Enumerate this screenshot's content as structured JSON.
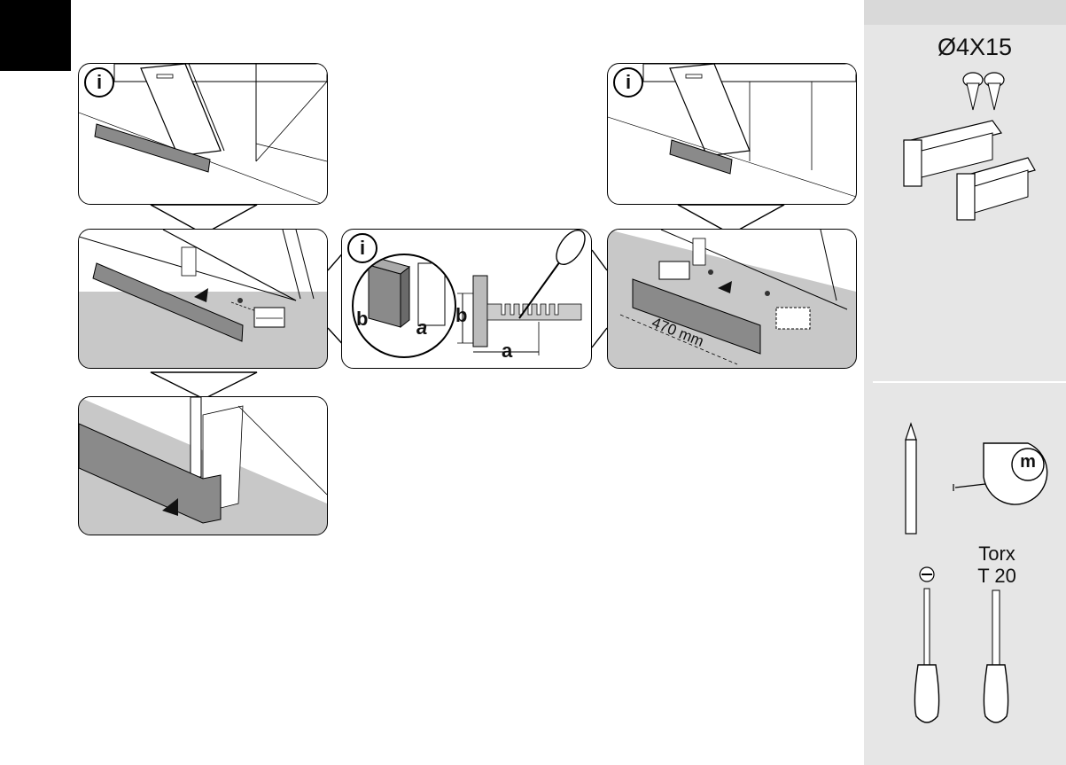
{
  "sidebar": {
    "screw_spec": "Ø4X15",
    "torx_line1": "Torx",
    "torx_line2": "T 20"
  },
  "panels": {
    "info_marker": "i",
    "dimension_a": "a",
    "dimension_b": "b",
    "dimension_length": "470 mm"
  },
  "colors": {
    "panel_gray": "#c8c8c8",
    "plinth_gray": "#8a8a8a",
    "sidebar_bg": "#e6e6e6"
  }
}
